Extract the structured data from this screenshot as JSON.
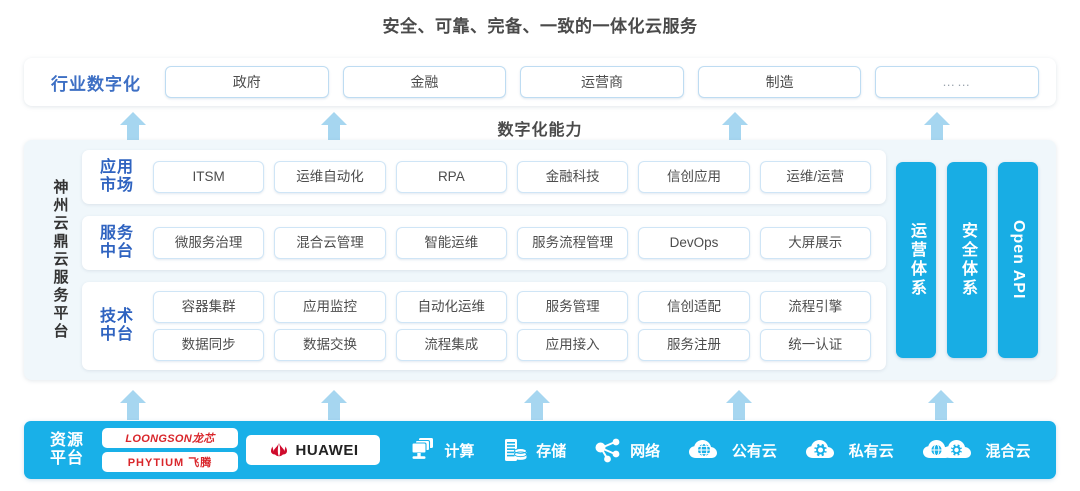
{
  "title": "安全、可靠、完备、一致的一体化云服务",
  "capability_label": "数字化能力",
  "industry": {
    "label": "行业数字化",
    "items": [
      {
        "text": "政府"
      },
      {
        "text": "金融"
      },
      {
        "text": "运营商"
      },
      {
        "text": "制造"
      },
      {
        "text": "……"
      }
    ]
  },
  "platform": {
    "vertical_label": "神州云鼎云服务平台",
    "layers": [
      {
        "label_line1": "应用",
        "label_line2": "市场",
        "rows": [
          [
            "ITSM",
            "运维自动化",
            "RPA",
            "金融科技",
            "信创应用",
            "运维/运营"
          ]
        ]
      },
      {
        "label_line1": "服务",
        "label_line2": "中台",
        "rows": [
          [
            "微服务治理",
            "混合云管理",
            "智能运维",
            "服务流程管理",
            "DevOps",
            "大屏展示"
          ]
        ]
      },
      {
        "label_line1": "技术",
        "label_line2": "中台",
        "rows": [
          [
            "容器集群",
            "应用监控",
            "自动化运维",
            "服务管理",
            "信创适配",
            "流程引擎"
          ],
          [
            "数据同步",
            "数据交换",
            "流程集成",
            "应用接入",
            "服务注册",
            "统一认证"
          ]
        ]
      }
    ],
    "pillars": [
      {
        "text": "运营体系",
        "latin": false
      },
      {
        "text": "安全体系",
        "latin": false
      },
      {
        "text": "Open API",
        "latin": true
      }
    ]
  },
  "resource": {
    "label_line1": "资源",
    "label_line2": "平台",
    "vendors": [
      {
        "name": "LOONGSON龙芯",
        "style": "italic"
      },
      {
        "name": "PHYTIUM 飞腾",
        "style": "plain"
      }
    ],
    "huawei": "HUAWEI",
    "items": [
      {
        "label": "计算",
        "icon": "compute-icon"
      },
      {
        "label": "存储",
        "icon": "storage-icon"
      },
      {
        "label": "网络",
        "icon": "network-icon"
      },
      {
        "label": "公有云",
        "icon": "public-cloud-icon"
      },
      {
        "label": "私有云",
        "icon": "private-cloud-icon"
      },
      {
        "label": "混合云",
        "icon": "hybrid-cloud-icon"
      }
    ]
  },
  "colors": {
    "accent_blue": "#19b0e8",
    "pillar_blue": "#18ade4",
    "arrow_blue": "#a6d6f0",
    "label_blue": "#2f63c0",
    "industry_label_blue": "#3d6fc4",
    "panel_bg": "#f0f7fb",
    "vendor_red": "#d9262b"
  },
  "arrows": {
    "upper": [
      132,
      334,
      735,
      937
    ],
    "lower": [
      132,
      334,
      537,
      739,
      941
    ]
  }
}
